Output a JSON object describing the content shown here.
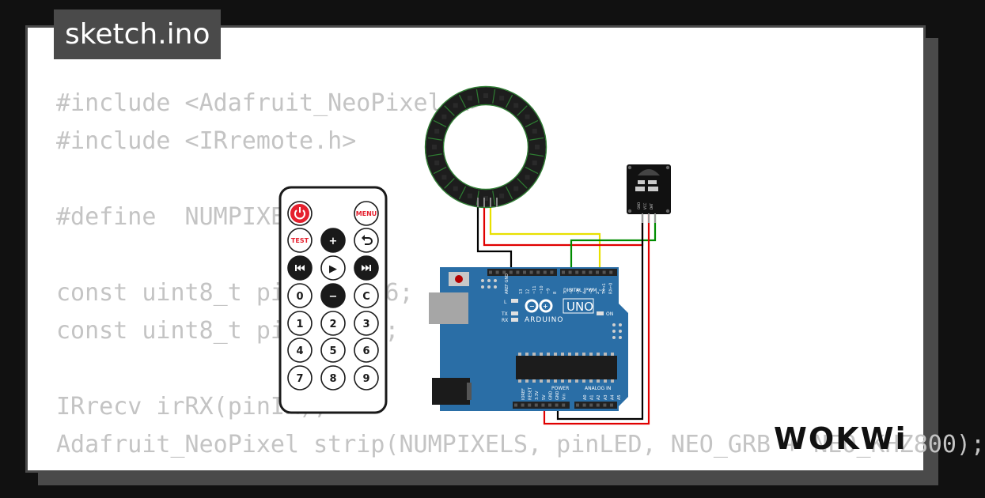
{
  "header": {
    "filename": "sketch.ino"
  },
  "code_lines": [
    "#include <Adafruit_NeoPixel.h>",
    "#include <IRremote.h>",
    "",
    "#define  NUMPIXELS  20",
    "",
    "const uint8_t pinLED = 6;",
    "const uint8_t pinIR = 2;",
    "",
    "IRrecv irRX(pinIR);",
    "Adafruit_NeoPixel strip(NUMPIXELS, pinLED, NEO_GRB + NEO_KHZ800);"
  ],
  "remote": {
    "buttons": [
      {
        "name": "power-button",
        "label": "",
        "icon": "power-icon"
      },
      {
        "name": "menu-button",
        "label": "MENU"
      },
      {
        "name": "test-button",
        "label": "TEST"
      },
      {
        "name": "plus-button",
        "label": "+"
      },
      {
        "name": "back-button",
        "label": "",
        "icon": "return-icon"
      },
      {
        "name": "prev-button",
        "label": "",
        "icon": "previous-icon"
      },
      {
        "name": "play-button",
        "label": "▶"
      },
      {
        "name": "next-button",
        "label": "",
        "icon": "next-icon"
      },
      {
        "name": "key-0",
        "label": "0"
      },
      {
        "name": "minus-button",
        "label": "−"
      },
      {
        "name": "clear-button",
        "label": "C"
      },
      {
        "name": "key-1",
        "label": "1"
      },
      {
        "name": "key-2",
        "label": "2"
      },
      {
        "name": "key-3",
        "label": "3"
      },
      {
        "name": "key-4",
        "label": "4"
      },
      {
        "name": "key-5",
        "label": "5"
      },
      {
        "name": "key-6",
        "label": "6"
      },
      {
        "name": "key-7",
        "label": "7"
      },
      {
        "name": "key-8",
        "label": "8"
      },
      {
        "name": "key-9",
        "label": "9"
      }
    ]
  },
  "arduino": {
    "aref_gnd": "AREF GND",
    "digital_label": "DIGITAL (PWM ~)",
    "model": "UNO",
    "brand": "ARDUINO",
    "led_l": "L",
    "led_tx": "TX",
    "led_rx": "RX",
    "led_on": "ON",
    "power_label": "POWER",
    "analog_label": "ANALOG IN",
    "digital_pins": [
      "13",
      "12",
      "~11",
      "~10",
      "~9",
      "8",
      "7",
      "~6",
      "~5",
      "4",
      "~3",
      "2",
      "TX→1",
      "RX←0"
    ],
    "power_pins": [
      "IOREF",
      "RESET",
      "3.3V",
      "5V",
      "GND",
      "GND",
      "Vin"
    ],
    "analog_pins": [
      "A0",
      "A1",
      "A2",
      "A3",
      "A4",
      "A5"
    ]
  },
  "ir_receiver": {
    "pins": [
      "GND",
      "VCC",
      "DAT"
    ]
  },
  "neopixel": {
    "count": 20
  },
  "wires": {
    "gnd_color": "#000000",
    "vcc_color": "#e00000",
    "data_color": "#e8e000",
    "ir_color": "#008c00"
  },
  "brand": {
    "logo_text": "WOKWi"
  }
}
